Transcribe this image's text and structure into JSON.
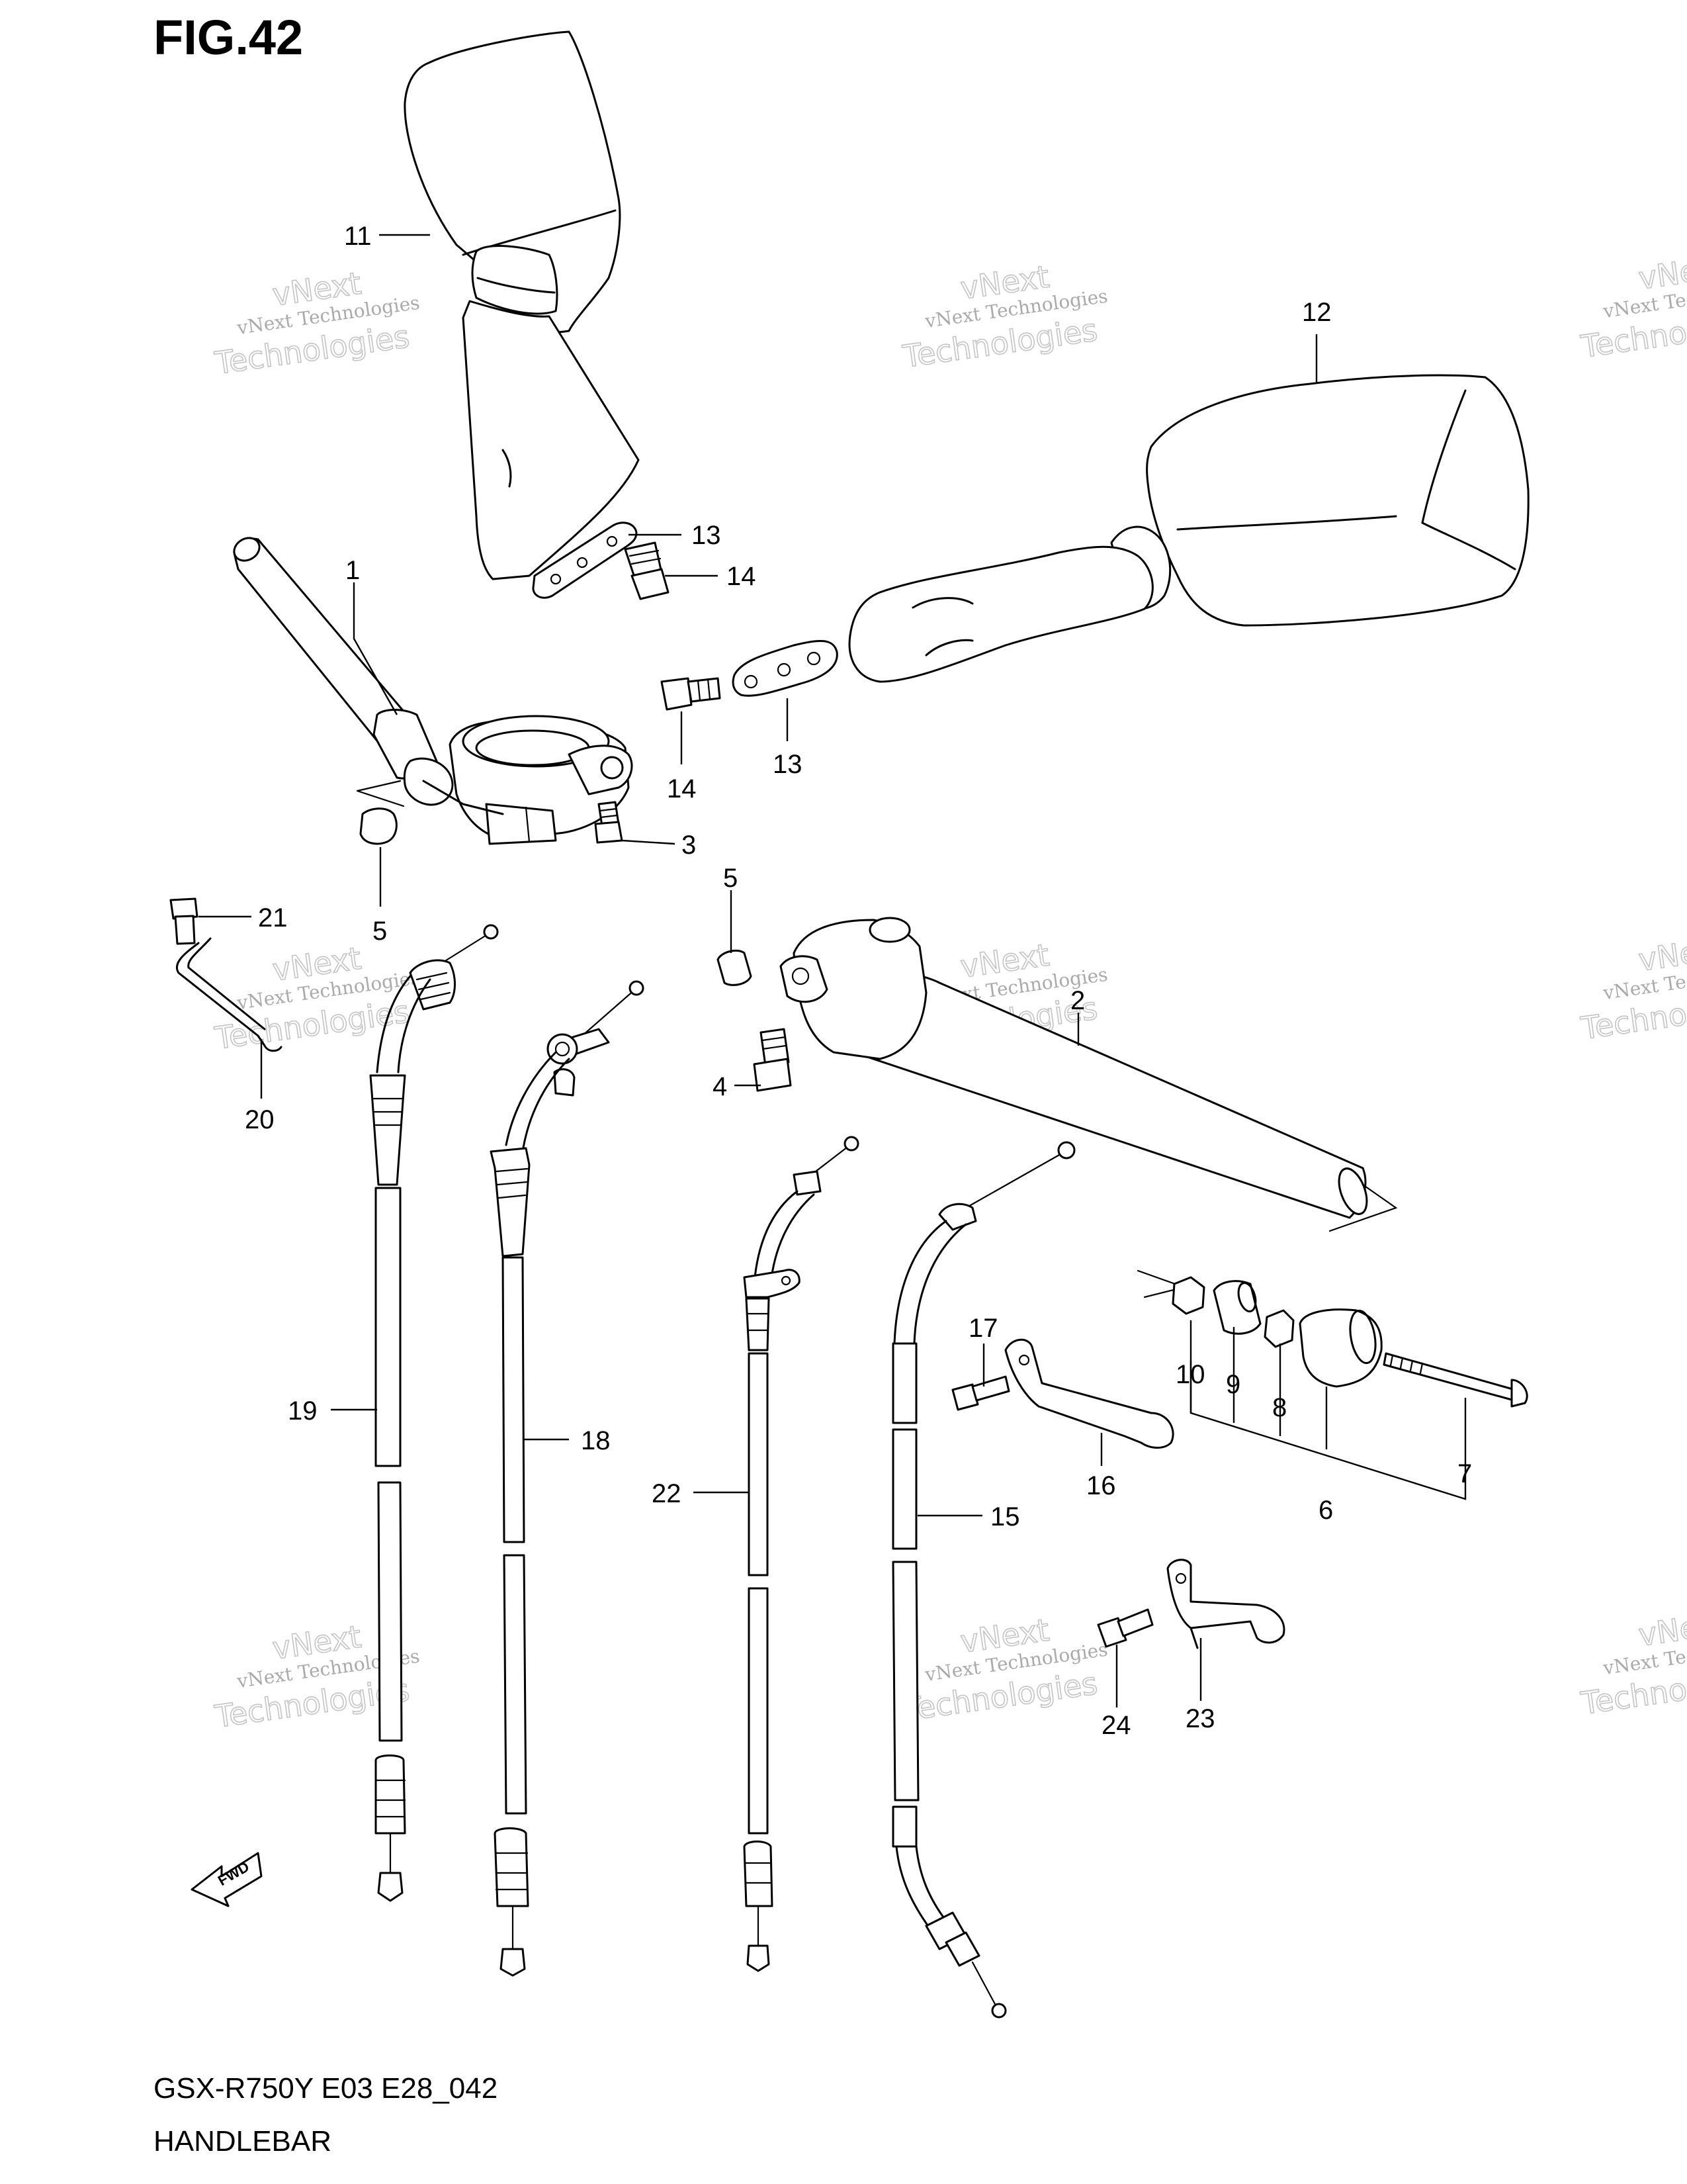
{
  "figure": {
    "title": "FIG.42"
  },
  "caption": {
    "model": "GSX-R750Y E03 E28_042",
    "name": "HANDLEBAR"
  },
  "watermark": {
    "line1": "vNext Technologies",
    "line2a": "vNext",
    "line2b": "Technologies"
  },
  "fwd_label": "FWD",
  "callouts": {
    "c1": "1",
    "c2": "2",
    "c3": "3",
    "c4": "4",
    "c5a": "5",
    "c5b": "5",
    "c6": "6",
    "c7": "7",
    "c8": "8",
    "c9": "9",
    "c10": "10",
    "c11": "11",
    "c12": "12",
    "c13a": "13",
    "c13b": "13",
    "c14a": "14",
    "c14b": "14",
    "c15": "15",
    "c16": "16",
    "c17": "17",
    "c18": "18",
    "c19": "19",
    "c20": "20",
    "c21": "21",
    "c22": "22",
    "c23": "23",
    "c24": "24"
  }
}
